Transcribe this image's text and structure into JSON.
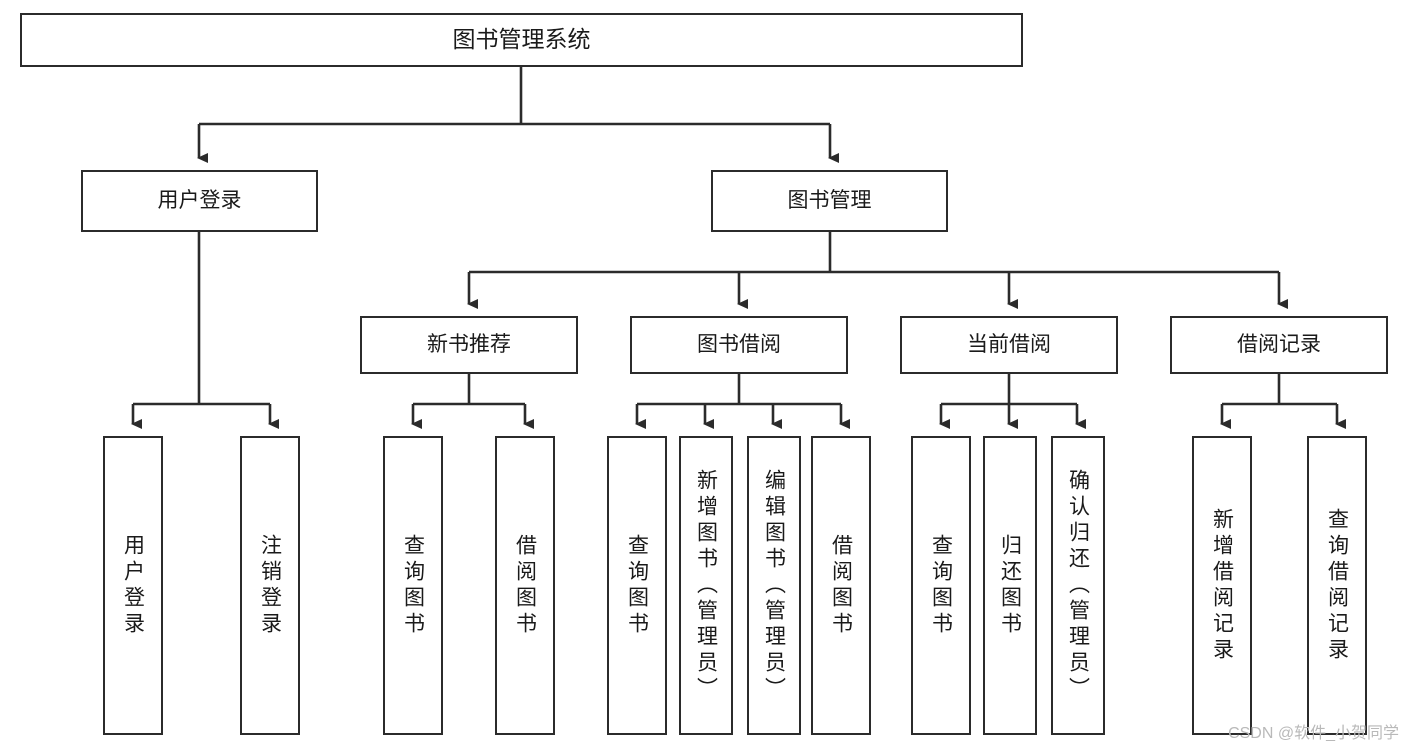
{
  "diagram": {
    "title": "图书管理系统",
    "type": "hierarchy-tree",
    "root": {
      "label": "图书管理系统"
    },
    "level2": [
      {
        "label": "用户登录"
      },
      {
        "label": "图书管理"
      }
    ],
    "level3": [
      {
        "label": "新书推荐"
      },
      {
        "label": "图书借阅"
      },
      {
        "label": "当前借阅"
      },
      {
        "label": "借阅记录"
      }
    ],
    "leaves": {
      "user_login": [
        {
          "label": "用户登录"
        },
        {
          "label": "注销登录"
        }
      ],
      "new_book_recommend": [
        {
          "label": "查询图书"
        },
        {
          "label": "借阅图书"
        }
      ],
      "book_borrow": [
        {
          "label": "查询图书"
        },
        {
          "label": "新增图书（管理员）"
        },
        {
          "label": "编辑图书（管理员）"
        },
        {
          "label": "借阅图书"
        }
      ],
      "current_borrow": [
        {
          "label": "查询图书"
        },
        {
          "label": "归还图书"
        },
        {
          "label": "确认归还（管理员）"
        }
      ],
      "borrow_record": [
        {
          "label": "新增借阅记录"
        },
        {
          "label": "查询借阅记录"
        }
      ]
    }
  },
  "watermark": {
    "text": "CSDN @软件_小贺同学"
  },
  "colors": {
    "stroke": "#2b2b2b",
    "box_fill": "#ffffff",
    "text": "#1a1a1a",
    "watermark": "#b9b9b9",
    "background": "#ffffff"
  }
}
